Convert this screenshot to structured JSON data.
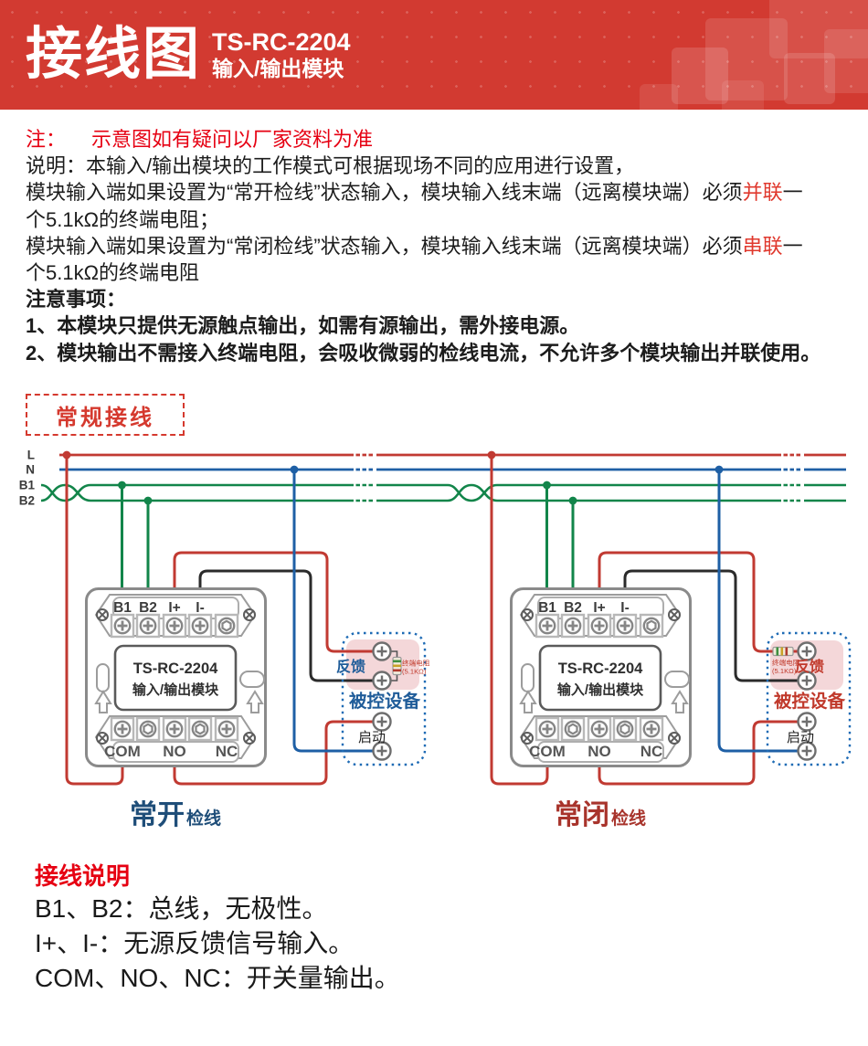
{
  "header": {
    "title": "接线图",
    "model": "TS-RC-2204",
    "subtitle": "输入/输出模块"
  },
  "notes": {
    "note_label": "注：",
    "note_text": "示意图如有疑问以厂家资料为准",
    "line1": "说明：本输入/输出模块的工作模式可根据现场不同的应用进行设置，",
    "line2_pre": "模块输入端如果设置为“常开检线”状态输入，模块输入线末端（远离模块端）必须",
    "line2_red": "并联",
    "line2_post": "一",
    "line3": "个5.1kΩ的终端电阻；",
    "line4_pre": "模块输入端如果设置为“常闭检线”状态输入，模块输入线末端（远离模块端）必须",
    "line4_red": "串联",
    "line4_post": "一",
    "line5": "个5.1kΩ的终端电阻",
    "warn_title": "注意事项：",
    "warn1": "1、本模块只提供无源触点输出，如需有源输出，需外接电源。",
    "warn2": "2、模块输出不需接入终端电阻，会吸收微弱的检线电流，不允许多个模块输出并联使用。"
  },
  "section_badge": "常规接线",
  "diagram": {
    "bus_labels": [
      "L",
      "N",
      "B1",
      "B2"
    ],
    "module": {
      "name": "TS-RC-2204",
      "type": "输入/输出模块",
      "top_terminals": [
        "B1",
        "B2",
        "I+",
        "I-"
      ],
      "bottom_terminals": [
        "COM",
        "NO",
        "NC"
      ]
    },
    "device_left": {
      "feedback": "反馈",
      "name": "被控设备",
      "start": "启动",
      "resistor_line1": "终端电阻",
      "resistor_line2": "(5.1KΩ)",
      "mode": "常开",
      "mode_suffix": "检线"
    },
    "device_right": {
      "feedback": "反馈",
      "name": "被控设备",
      "start": "启动",
      "resistor_line1": "终端电阻",
      "resistor_line2": "(5.1KΩ)",
      "mode": "常闭",
      "mode_suffix": "检线"
    }
  },
  "legend": {
    "title": "接线说明",
    "items": [
      "B1、B2：总线，无极性。",
      "I+、I-：无源反馈信号输入。",
      "COM、NO、NC：开关量输出。"
    ]
  },
  "colors": {
    "header_bg": "#d23a31",
    "wire_red": "#c13a32",
    "wire_blue": "#1e5fa5",
    "wire_green": "#12854a",
    "wire_black": "#2b2b2b",
    "note_red": "#e60012",
    "accent_red": "#e0392e",
    "mode_open_blue": "#1f4e79",
    "mode_closed_red": "#a8342c",
    "device_blue": "#1f5c99",
    "device_red": "#c0392b",
    "dashed_box_blue": "#1e6bb5",
    "device_pink": "#f4d7d9"
  }
}
